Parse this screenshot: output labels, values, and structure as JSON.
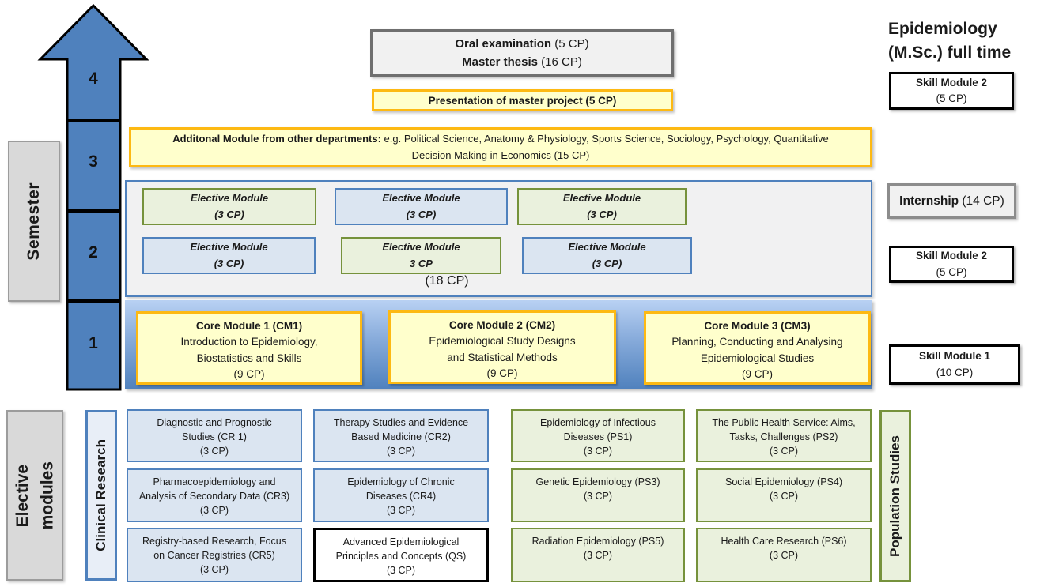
{
  "page_title_line1": "Epidemiology",
  "page_title_line2": "(M.Sc.) full time",
  "axis": {
    "semester_label": "Semester",
    "elective_label": "Elective\nmodules",
    "semesters": [
      "4",
      "3",
      "2",
      "1"
    ]
  },
  "top": {
    "oral_bold1": "Oral examination",
    "oral_rest1": " (5 CP)",
    "oral_bold2": "Master thesis",
    "oral_rest2": " (16 CP)",
    "presentation": "Presentation of master project (5 CP)",
    "additional_bold": "Additonal Module from other departments:",
    "additional_rest": " e.g. Political Science, Anatomy & Physiology, Sports Science, Sociology, Psychology, Quantitative Decision Making in Economics  (15 CP)"
  },
  "semester2": {
    "total": "(18 CP)",
    "modules": [
      {
        "label": "Elective Module",
        "credit": "(3 CP)"
      },
      {
        "label": "Elective Module",
        "credit": "(3 CP)"
      },
      {
        "label": "Elective Module",
        "credit": "(3 CP)"
      },
      {
        "label": "Elective Module",
        "credit": "(3 CP)"
      },
      {
        "label": "Elective Module",
        "credit": "3 CP"
      },
      {
        "label": "Elective Module",
        "credit": "(3 CP)"
      }
    ]
  },
  "semester1": {
    "cores": [
      {
        "title": "Core Module 1 (CM1)",
        "body": "Introduction to Epidemiology,\nBiostatistics and Skills\n(9 CP)"
      },
      {
        "title": "Core Module 2 (CM2)",
        "body": "Epidemiological Study Designs\nand Statistical Methods\n(9 CP)"
      },
      {
        "title": "Core Module 3 (CM3)",
        "body": "Planning, Conducting and Analysing\nEpidemiological Studies\n(9 CP)"
      }
    ]
  },
  "right_column": {
    "skill2a_name": "Skill Module 2",
    "skill2a_credit": "(5 CP)",
    "internship_bold": "Internship",
    "internship_rest": " (14 CP)",
    "skill2b_name": "Skill Module 2",
    "skill2b_credit": "(5 CP)",
    "skill1_name": "Skill Module 1",
    "skill1_credit": "(10 CP)"
  },
  "electives": {
    "clinical_label": "Clinical Research",
    "population_label": "Population Studies",
    "cr1": "Diagnostic and Prognostic\nStudies (CR 1)\n(3 CP)",
    "cr2": "Therapy Studies and Evidence\nBased Medicine (CR2)\n(3 CP)",
    "cr3": "Pharmacoepidemiology and\nAnalysis of Secondary Data (CR3)\n(3 CP)",
    "cr4": "Epidemiology of Chronic\nDiseases (CR4)\n(3 CP)",
    "cr5": "Registry-based Research, Focus\non Cancer Registries (CR5)\n(3 CP)",
    "qs": "Advanced Epidemiological\nPrinciples and Concepts (QS)\n(3 CP)",
    "ps1": "Epidemiology of Infectious\nDiseases (PS1)\n(3 CP)",
    "ps2": "The Public Health Service: Aims,\nTasks, Challenges (PS2)\n(3 CP)",
    "ps3": "Genetic Epidemiology (PS3)\n(3 CP)",
    "ps4": "Social Epidemiology (PS4)\n(3 CP)",
    "ps5": "Radiation Epidemiology (PS5)\n(3 CP)",
    "ps6": "Health Care Research (PS6)\n(3 CP)"
  },
  "colors": {
    "arrow_blue": "#4f81bd",
    "module_blue_fill": "#dbe5f1",
    "module_green_fill": "#eaf1dd",
    "module_green_border": "#76923c",
    "yellow_fill": "#ffffcc",
    "yellow_border": "#fdb913",
    "gray_fill": "#d9d9d9"
  }
}
